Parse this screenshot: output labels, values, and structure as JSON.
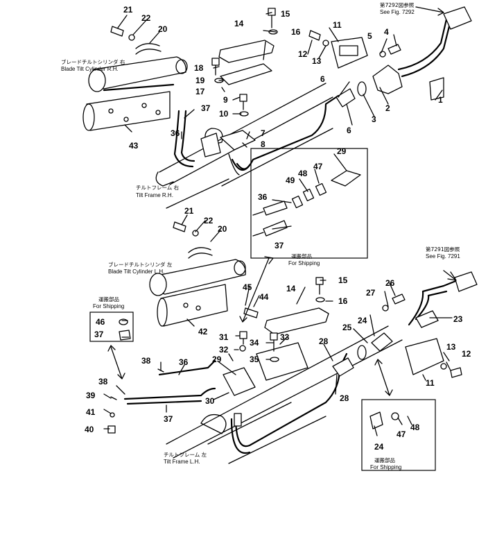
{
  "callouts": {
    "c1": "1",
    "c2": "2",
    "c3": "3",
    "c4": "4",
    "c5": "5",
    "c6a": "6",
    "c6b": "6",
    "c7": "7",
    "c8": "8",
    "c9": "9",
    "c10": "10",
    "c11a": "11",
    "c11b": "11",
    "c12a": "12",
    "c12b": "12",
    "c13a": "13",
    "c13b": "13",
    "c14a": "14",
    "c14b": "14",
    "c15a": "15",
    "c15b": "15",
    "c16a": "16",
    "c16b": "16",
    "c17": "17",
    "c18": "18",
    "c19": "19",
    "c20a": "20",
    "c20b": "20",
    "c21a": "21",
    "c21b": "21",
    "c22a": "22",
    "c22b": "22",
    "c23": "23",
    "c24a": "24",
    "c24b": "24",
    "c25": "25",
    "c26": "26",
    "c27": "27",
    "c28a": "28",
    "c28b": "28",
    "c29a": "29",
    "c29b": "29",
    "c30": "30",
    "c31": "31",
    "c32": "32",
    "c33": "33",
    "c34": "34",
    "c35": "35",
    "c36a": "36",
    "c36b": "36",
    "c36c": "36",
    "c37a": "37",
    "c37b": "37",
    "c37c": "37",
    "c37d": "37",
    "c38a": "38",
    "c38b": "38",
    "c39": "39",
    "c40": "40",
    "c41": "41",
    "c42": "42",
    "c43": "43",
    "c44": "44",
    "c45": "45",
    "c46": "46",
    "c47a": "47",
    "c47b": "47",
    "c48a": "48",
    "c48b": "48",
    "c49": "49"
  },
  "labels": {
    "blade_tilt_rh_jp": "ブレードチルトシリンダ 右",
    "blade_tilt_rh_en": "Blade Tilt Cylinder R.H.",
    "blade_tilt_lh_jp": "ブレードチルトシリンダ 左",
    "blade_tilt_lh_en": "Blade Tilt Cylinder L.H.",
    "tilt_frame_rh_jp": "チルトフレーム 右",
    "tilt_frame_rh_en": "Tilt Frame R.H.",
    "tilt_frame_lh_jp": "チルトフレーム 左",
    "tilt_frame_lh_en": "Tilt Frame L.H.",
    "ref_7292_jp": "第7292図参照",
    "ref_7292_en": "See Fig. 7292",
    "ref_7291_jp": "第7291図参照",
    "ref_7291_en": "See Fig. 7291",
    "shipping_jp_1": "運搬部品",
    "shipping_en_1": "For Shipping",
    "shipping_jp_2": "運搬部品",
    "shipping_en_2": "For Shipping",
    "shipping_jp_3": "運搬部品",
    "shipping_en_3": "For Shipping"
  }
}
